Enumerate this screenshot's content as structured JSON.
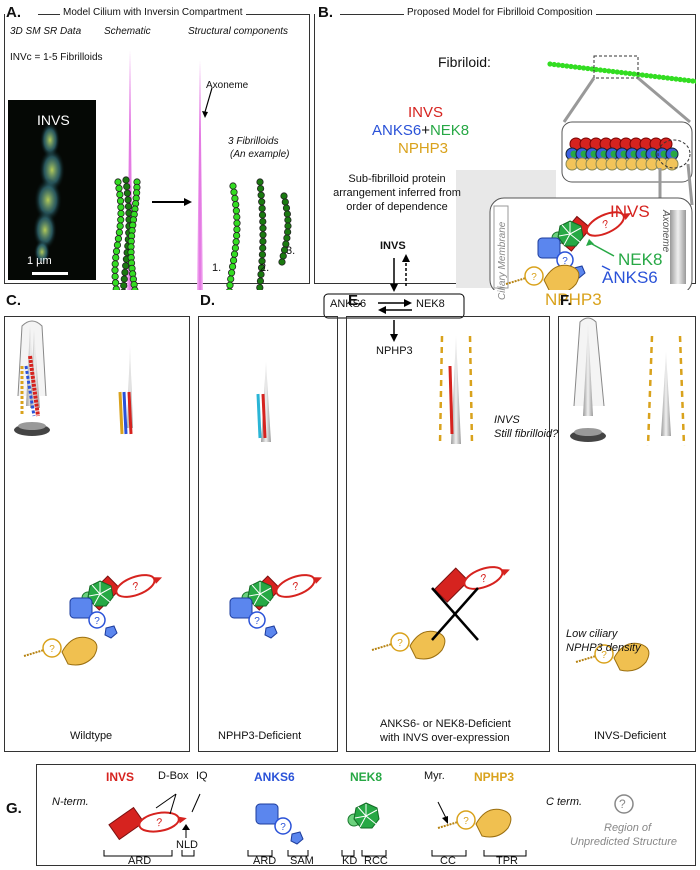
{
  "panelA": {
    "label": "A.",
    "title": "Model Cilium with Inversin Compartment",
    "col1": "3D SM SR Data",
    "col2": "Schematic",
    "col3": "Structural components",
    "invc": "INVc = 1-5 Fibrilloids",
    "micro_label": "INVS",
    "scalebar": "1 µm",
    "axoneme": "Axoneme",
    "fibrilloids_note": "3 Fibrilloids",
    "example_note": "(An example)",
    "n1": "1.",
    "n2": "2.",
    "n3": "3."
  },
  "panelB": {
    "label": "B.",
    "title": "Proposed Model for Fibrilloid Composition",
    "fibriloid": "Fibriloid:",
    "invs": "INVS",
    "anks6": "ANKS6",
    "plus": "+",
    "nek8": "NEK8",
    "nphp3": "NPHP3",
    "sub1": "Sub-fibrilloid protein",
    "sub2": "arrangement inferred from",
    "sub3": "order of dependence",
    "f_invs": "INVS",
    "f_anks6": "ANKS6",
    "f_nek8": "NEK8",
    "f_nphp3": "NPHP3",
    "ciliary": "Ciliary Membrane",
    "axoneme": "Axoneme",
    "z_invs": "INVS",
    "z_nek8": "NEK8",
    "z_anks6": "ANKS6",
    "z_nphp3": "NPHP3"
  },
  "panelC": {
    "label": "C.",
    "caption": "Wildtype"
  },
  "panelD": {
    "label": "D.",
    "caption": "NPHP3-Deficient"
  },
  "panelE": {
    "label": "E.",
    "q1": "INVS",
    "q2": "Still fibrilloid?",
    "cap1": "ANKS6- or NEK8-Deficient",
    "cap2": "with INVS over-expression"
  },
  "panelF": {
    "label": "F.",
    "low1": "Low ciliary",
    "low2": "NPHP3 density",
    "caption": "INVS-Deficient"
  },
  "panelG": {
    "label": "G.",
    "nterm": "N-term.",
    "cterm": "C term.",
    "invs": "INVS",
    "dbox": "D-Box",
    "iq": "IQ",
    "ard": "ARD",
    "nld": "NLD",
    "anks6": "ANKS6",
    "ard2": "ARD",
    "sam": "SAM",
    "nek8": "NEK8",
    "kd": "KD",
    "rcc": "RCC",
    "myr": "Myr.",
    "nphp3": "NPHP3",
    "cc": "CC",
    "tpr": "TPR",
    "region1": "Region of",
    "region2": "Unpredicted Structure",
    "qmark": "?"
  },
  "colors": {
    "invs": "#d6231f",
    "anks6": "#2a52d8",
    "nek8": "#27a845",
    "nphp3": "#d9a21c",
    "fibril": "#33dd22",
    "axoneme": "#ee88ee"
  }
}
